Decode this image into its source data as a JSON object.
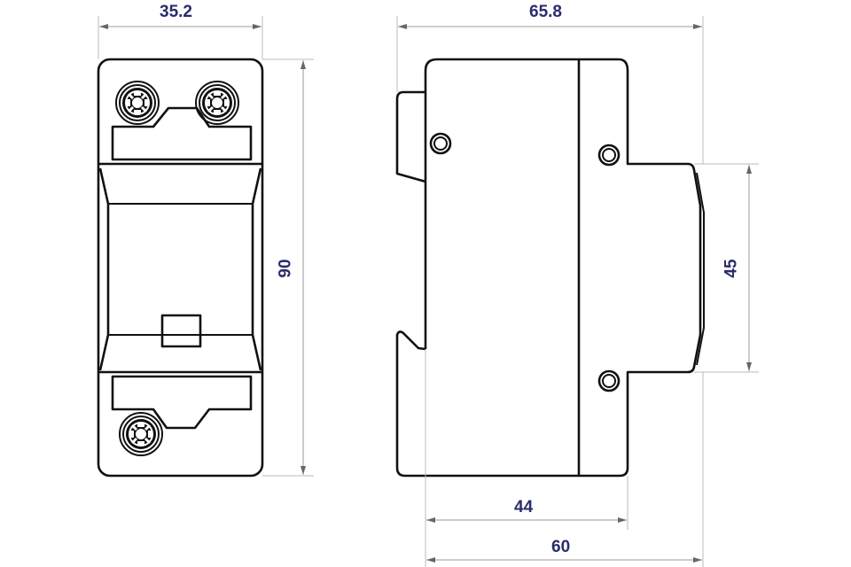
{
  "dimensions": {
    "front_width": "35.2",
    "front_height": "90",
    "side_depth": "65.8",
    "side_height_front": "45",
    "side_depth_44": "44",
    "side_depth_60": "60"
  },
  "colors": {
    "dimension_text": "#2a2c6b",
    "outline": "#111111"
  }
}
